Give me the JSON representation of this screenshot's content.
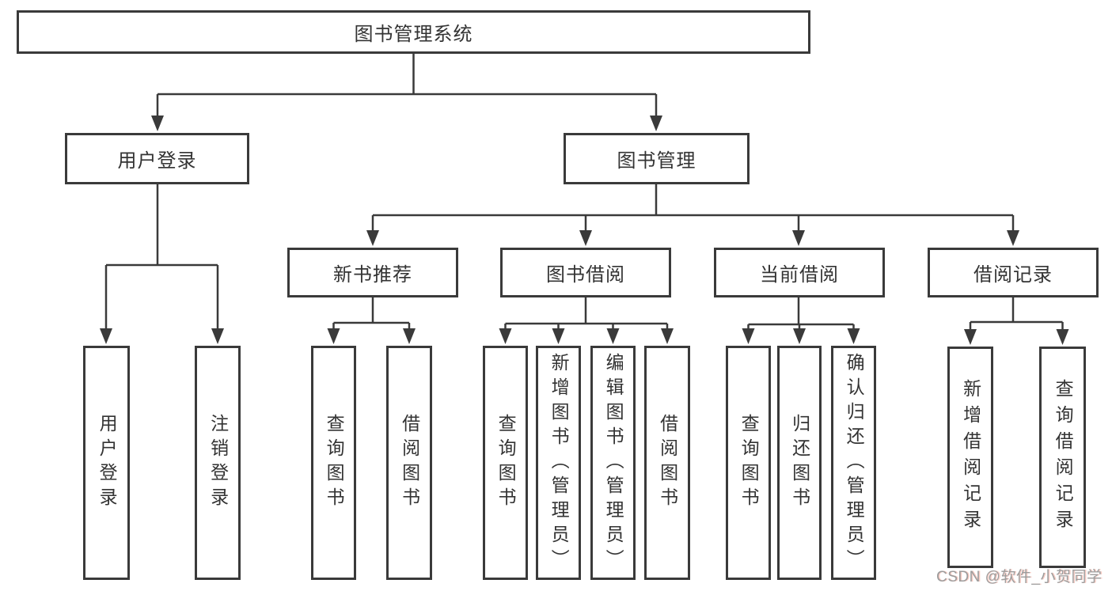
{
  "nodes": {
    "root": "图书管理系统",
    "level2": [
      "用户登录",
      "图书管理"
    ],
    "level3": [
      "新书推荐",
      "图书借阅",
      "当前借阅",
      "借阅记录"
    ]
  },
  "leaves": {
    "user_login": [
      "用户登录",
      "注销登录"
    ],
    "new_book": [
      "查询图书",
      "借阅图书"
    ],
    "book_borrow": [
      "查询图书",
      "新增图书（管理员）",
      "编辑图书（管理员）",
      "借阅图书"
    ],
    "current_borrow": [
      "查询图书",
      "归还图书",
      "确认归还（管理员）"
    ],
    "borrow_records": [
      "新增借阅记录",
      "查询借阅记录"
    ]
  },
  "watermark": {
    "text": "CSDN @软件_小贺同学",
    "color": "#9c9c9c"
  },
  "colors": {
    "line": "#3a3a3a",
    "box_border": "#3a3a3a",
    "box_bg": "#ffffff",
    "text": "#333333",
    "background": "#ffffff"
  }
}
